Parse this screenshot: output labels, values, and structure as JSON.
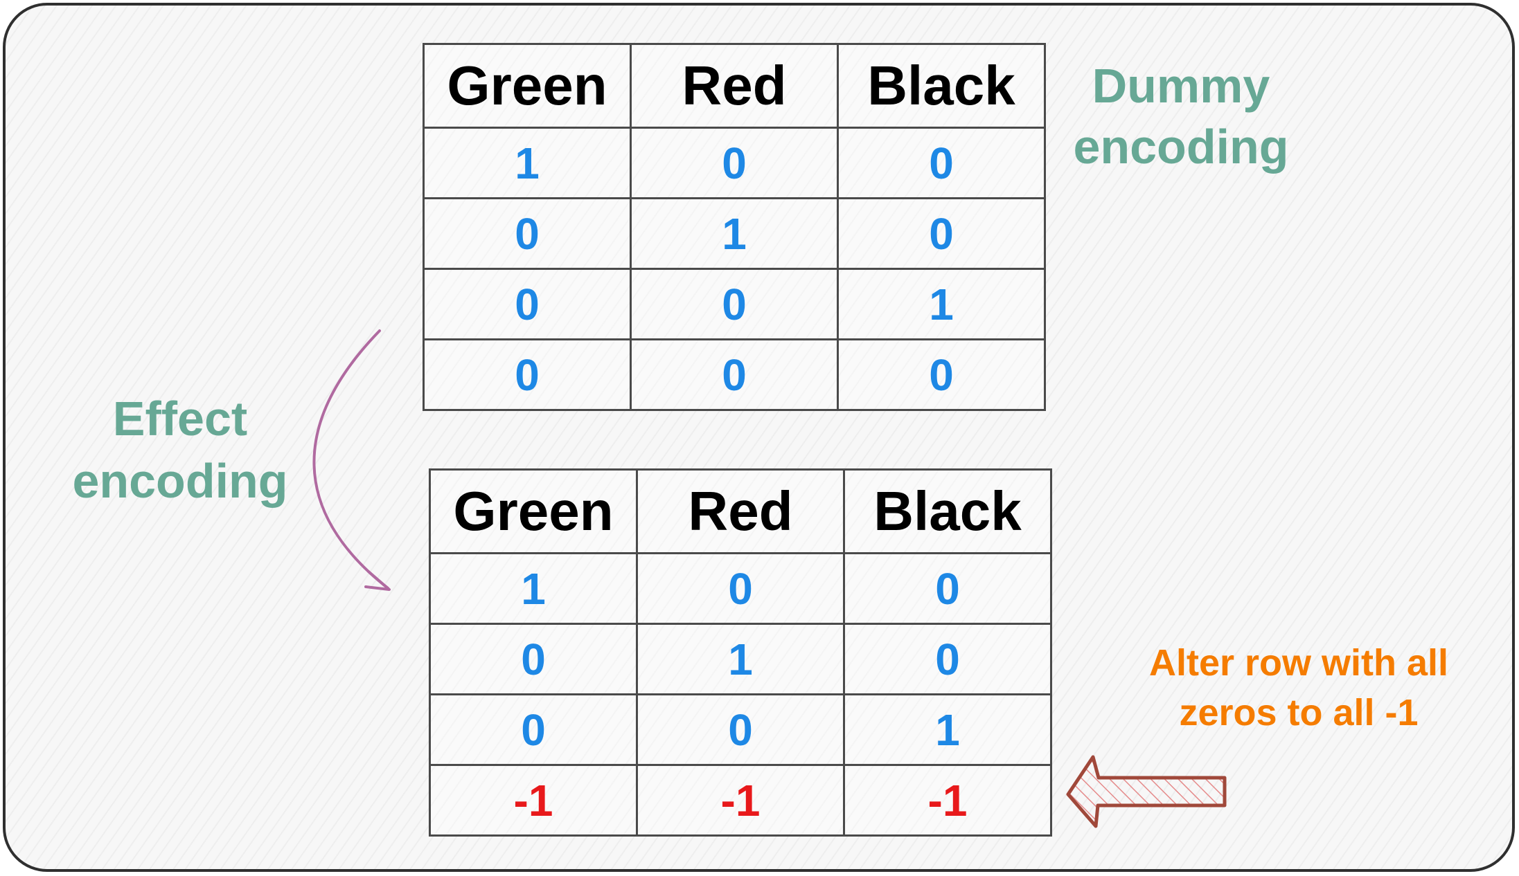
{
  "dummy_encoding": {
    "label_lines": [
      "Dummy",
      "encoding"
    ],
    "headers": [
      "Green",
      "Red",
      "Black"
    ],
    "rows": [
      [
        "1",
        "0",
        "0"
      ],
      [
        "0",
        "1",
        "0"
      ],
      [
        "0",
        "0",
        "1"
      ],
      [
        "0",
        "0",
        "0"
      ]
    ]
  },
  "effect_encoding": {
    "label_lines": [
      "Effect",
      "encoding"
    ],
    "headers": [
      "Green",
      "Red",
      "Black"
    ],
    "rows": [
      [
        "1",
        "0",
        "0"
      ],
      [
        "0",
        "1",
        "0"
      ],
      [
        "0",
        "0",
        "1"
      ],
      [
        "-1",
        "-1",
        "-1"
      ]
    ]
  },
  "annotation": {
    "lines": [
      "Alter row with all",
      "zeros to all -1"
    ]
  },
  "colors": {
    "label_teal": "#67a895",
    "value_blue": "#1e88e5",
    "negative_red": "#e8191b",
    "note_orange": "#f57c00",
    "curve_arrow_purple": "#b06aa0",
    "block_arrow_brown": "#a0483a"
  },
  "icons": {
    "curved_arrow": "curved-arrow-icon",
    "block_arrow": "left-arrow-icon"
  }
}
